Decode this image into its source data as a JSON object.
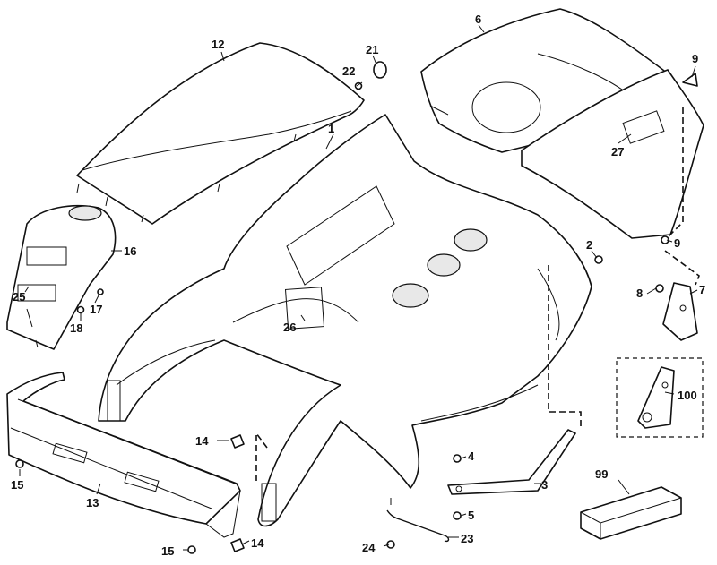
{
  "callouts": {
    "c1": "1",
    "c2": "2",
    "c3": "3",
    "c4": "4",
    "c5": "5",
    "c6": "6",
    "c7": "7",
    "c8": "8",
    "c9a": "9",
    "c9b": "9",
    "c12": "12",
    "c13": "13",
    "c14a": "14",
    "c14b": "14",
    "c15a": "15",
    "c15b": "15",
    "c16": "16",
    "c17": "17",
    "c18": "18",
    "c21": "21",
    "c22": "22",
    "c23": "23",
    "c24": "24",
    "c25": "25",
    "c26": "26",
    "c27": "27",
    "c99": "99",
    "c100": "100"
  },
  "colors": {
    "line": "#111111",
    "background": "#ffffff",
    "shade": "#e8e8e8"
  }
}
